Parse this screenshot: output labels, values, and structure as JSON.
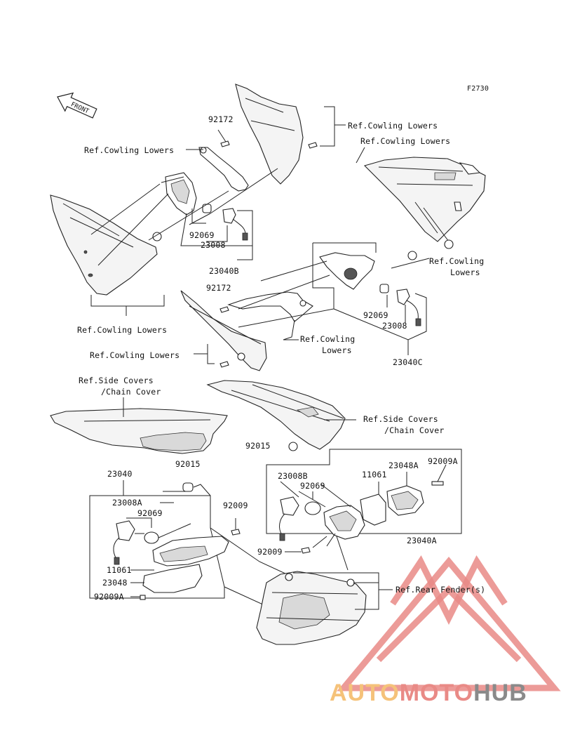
{
  "figure_code": "F2730",
  "front_label": "FRONT",
  "labels": {
    "p92172_top": "92172",
    "ref_cowling_lowers_1": "Ref.Cowling Lowers",
    "ref_cowling_lowers_2": "Ref.Cowling Lowers",
    "ref_cowling_lowers_3": "Ref.Cowling Lowers",
    "p92069_l": "92069",
    "p23008_l": "23008",
    "p23040B": "23040B",
    "ref_cowling_lowers_4a": "Ref.Cowling",
    "ref_cowling_lowers_4b": "Lowers",
    "p92172_mid": "92172",
    "p92069_r": "92069",
    "p23008_r": "23008",
    "ref_cowling_lowers_5": "Ref.Cowling Lowers",
    "ref_cowling_lowers_6a": "Ref.Cowling",
    "ref_cowling_lowers_6b": "Lowers",
    "ref_cowling_lowers_7": "Ref.Cowling Lowers",
    "p23040C": "23040C",
    "ref_side_covers_1a": "Ref.Side Covers",
    "ref_side_covers_1b": "/Chain Cover",
    "ref_side_covers_2a": "Ref.Side Covers",
    "ref_side_covers_2b": "/Chain Cover",
    "p92015_r": "92015",
    "p23040": "23040",
    "p92015_l": "92015",
    "p11061_r": "11061",
    "p23048A": "23048A",
    "p92009A_r": "92009A",
    "p23008B": "23008B",
    "p92069_br": "92069",
    "p23008A": "23008A",
    "p92069_bl": "92069",
    "p92009_l": "92009",
    "p23040A": "23040A",
    "p92009_r": "92009",
    "p11061_l": "11061",
    "p23048": "23048",
    "p92009A_l": "92009A",
    "ref_rear_fender": "Ref.Rear Fender(s)"
  },
  "watermark": {
    "part1": "AUTO",
    "part2": "MOTO",
    "part3": "HUB"
  },
  "colors": {
    "line": "#222222",
    "watermark_orange": "#f5c27a",
    "watermark_red": "#e98a86",
    "watermark_gray": "#8a8a8a"
  }
}
